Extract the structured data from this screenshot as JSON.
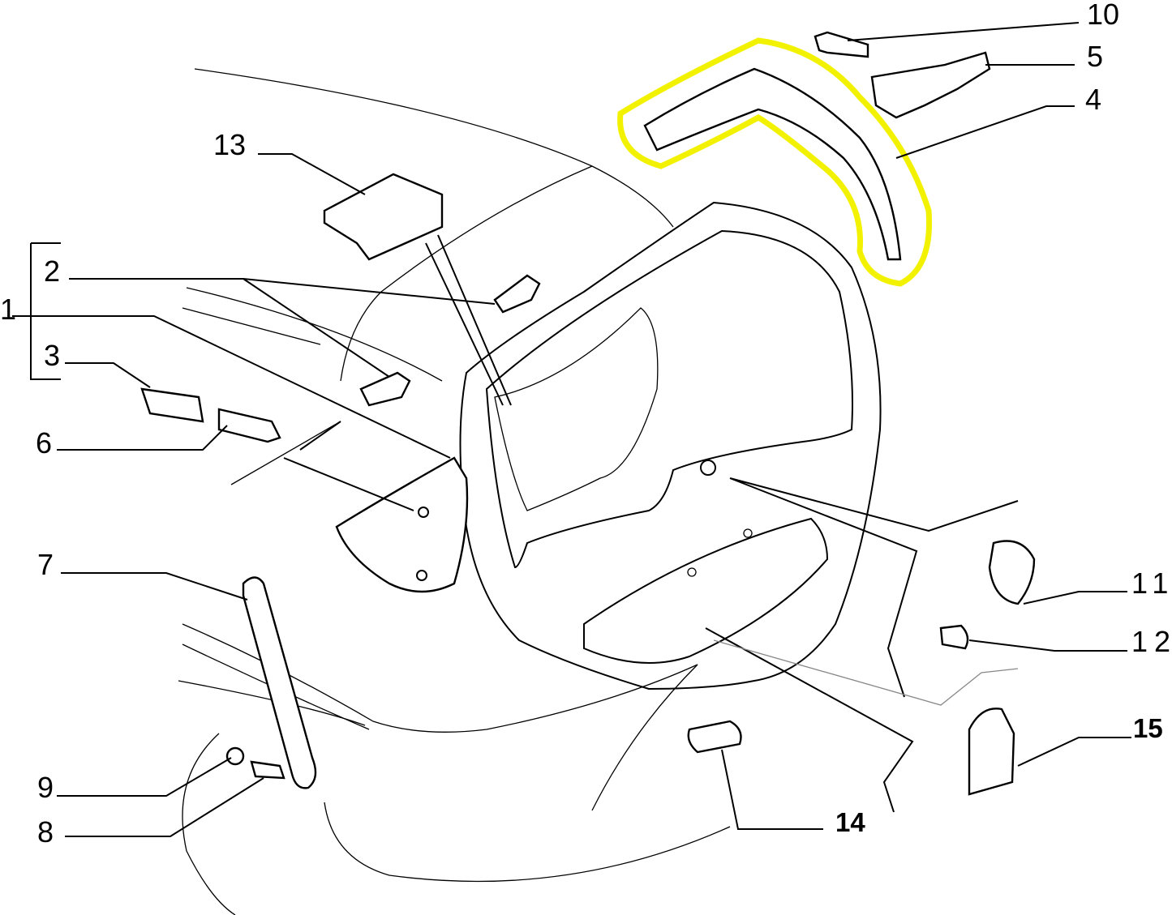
{
  "diagram": {
    "labels": [
      "10",
      "5",
      "4",
      "13",
      "2",
      "1",
      "3",
      "6",
      "7",
      "11",
      "12",
      "15",
      "9",
      "8",
      "14"
    ],
    "highlight_color": "#f2f200"
  }
}
